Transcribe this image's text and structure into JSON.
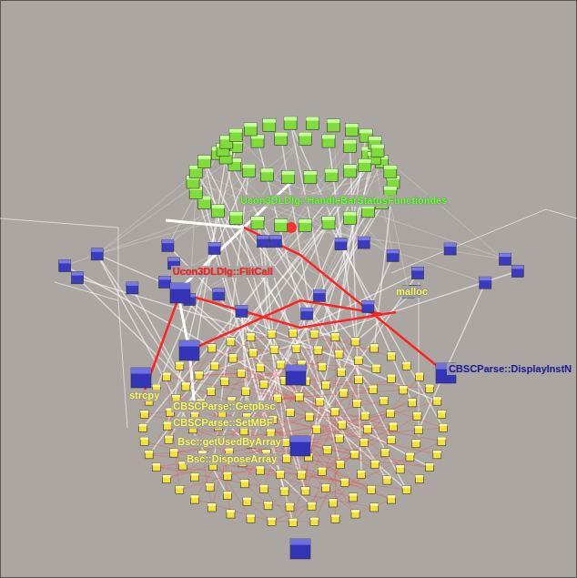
{
  "diagram": {
    "labels": [
      "Ucon3DLDlg::HandleBarStatusFunctiondes",
      "Ucon3DLDlg::FlitCall",
      "malloc",
      "CBSCParse::DisplayInstN",
      "strcpy",
      "CBSCParse::Getpbsc",
      "CBSCParse::SetMBF",
      "Bsc::getUsedByArray",
      "Bsc::DisposeArray"
    ]
  }
}
